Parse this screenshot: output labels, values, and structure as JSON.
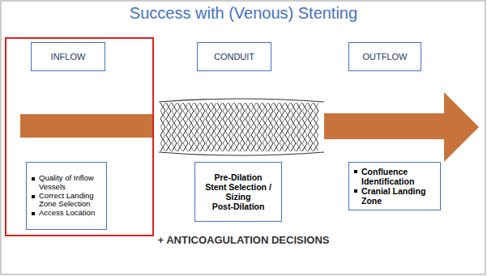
{
  "diagram": {
    "title": "Success with (Venous) Stenting",
    "nodes": [
      {
        "text": [
          "INFLOW"
        ]
      },
      {
        "text": [
          "Quality of Inflow Vessels",
          "Correct Landing Zone Selection",
          "Access Location"
        ]
      },
      {
        "text": [
          "CONDUIT"
        ]
      },
      {
        "text": [
          "Pre-Dilation",
          "Stent Selection / Sizing",
          "Post-Dilation"
        ]
      },
      {
        "text": [
          "OUTFLOW"
        ]
      },
      {
        "text": [
          "Confluence Identification",
          "Cranial Landing Zone"
        ]
      }
    ],
    "labels": [
      "+ ANTICOAGULATION DECISIONS"
    ]
  }
}
